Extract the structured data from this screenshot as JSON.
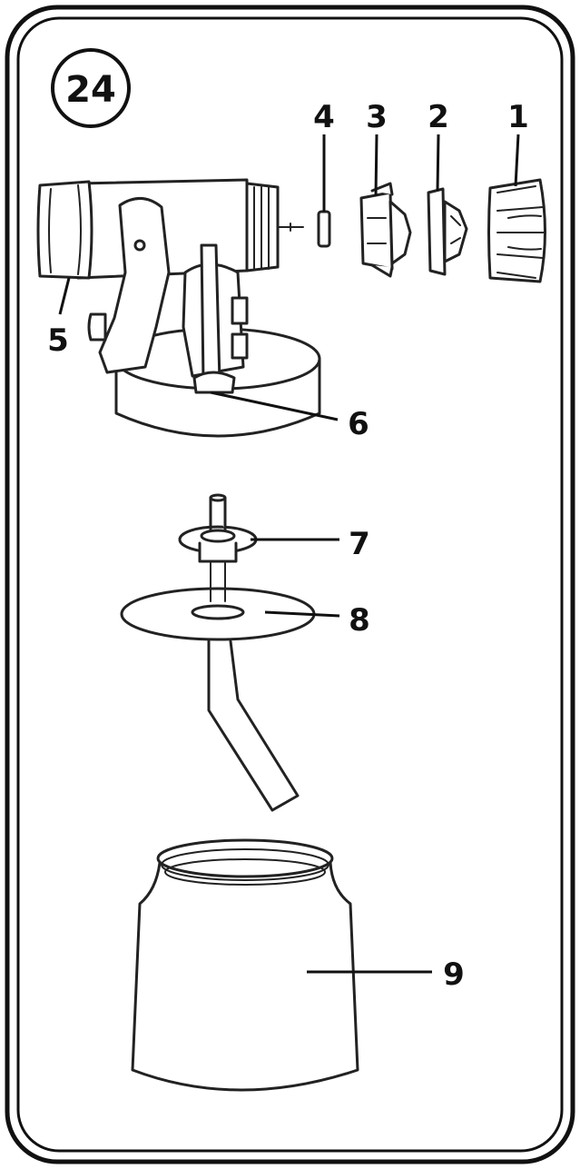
{
  "step_number": "24",
  "callouts": [
    "1",
    "2",
    "3",
    "4",
    "5",
    "6",
    "7",
    "8",
    "9"
  ],
  "colors": {
    "line": "#222222",
    "background": "#ffffff"
  }
}
